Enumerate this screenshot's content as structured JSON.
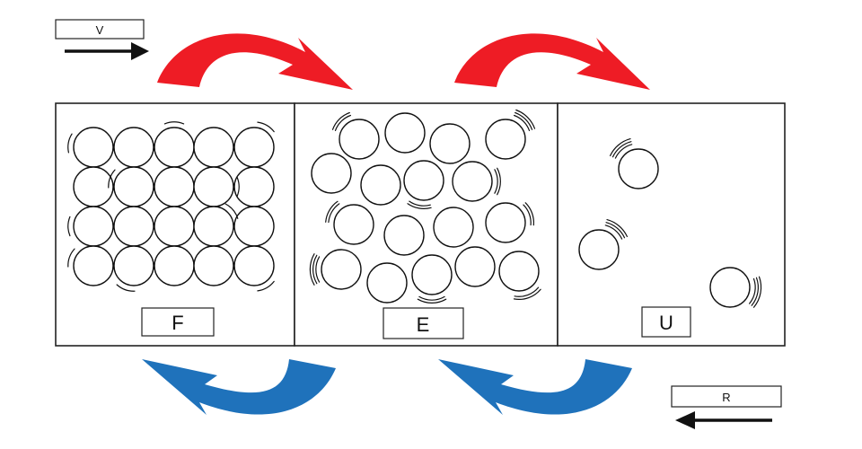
{
  "legend": {
    "top_left_label": "V",
    "bottom_right_label": "R"
  },
  "states": [
    {
      "label": "F"
    },
    {
      "label": "E"
    },
    {
      "label": "U"
    }
  ],
  "colors": {
    "forward_arrow": "#ee1c25",
    "reverse_arrow": "#1f72bb",
    "legend_arrow": "#111111"
  },
  "icons": {
    "forward": "red-curved-arrow-icon",
    "reverse": "blue-curved-arrow-icon",
    "direction": "straight-arrow-icon"
  }
}
